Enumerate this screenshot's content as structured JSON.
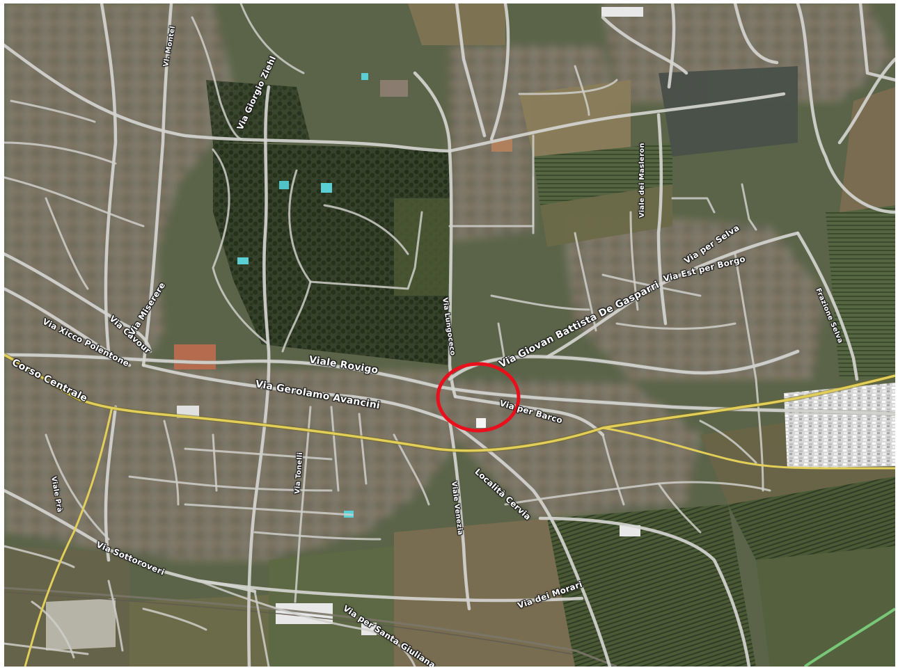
{
  "map": {
    "view": "satellite-with-road-overlay",
    "colors": {
      "main_road": "#e2cf5a",
      "road": "#d4d4d0",
      "highway": "#78c878",
      "marker_ring": "#e8101c"
    }
  },
  "streets": {
    "vl_montel": "Vl. Montel",
    "via_giorgio_ziehl": "Via Giorgio Ziehl",
    "viale_dei_masleron": "Viale dei Masleron",
    "via_per_selva": "Via per Selva",
    "via_est_per_borgo": "Via Est per Borgo",
    "frazione_selva": "Frazione Selva",
    "via_de_gasparri": "Via Giovan Battista De Gasparri",
    "viale_rovigo": "Viale Rovigo",
    "via_lungoceco": "Via Lungoceco",
    "via_cavour": "Via Cavour",
    "via_miserere": "Via Miserere",
    "via_sicco_polentone": "Via Xicco Polentone",
    "corso_centrale": "Corso Centrale",
    "via_gerolamo_avancini": "Via Gerolamo Avancini",
    "via_per_barco": "Via per Barco",
    "localita_cervia": "Località Cervia",
    "viale_venezia": "Viale Venezia",
    "via_tonelli": "Via Tonelli",
    "viale_pra": "Viale Prà",
    "via_sottoroveri": "Via Sottoroveri",
    "via_dei_morari": "Via dei Morari",
    "via_per_santa_giuliana": "Via per Santa Giuliana"
  }
}
